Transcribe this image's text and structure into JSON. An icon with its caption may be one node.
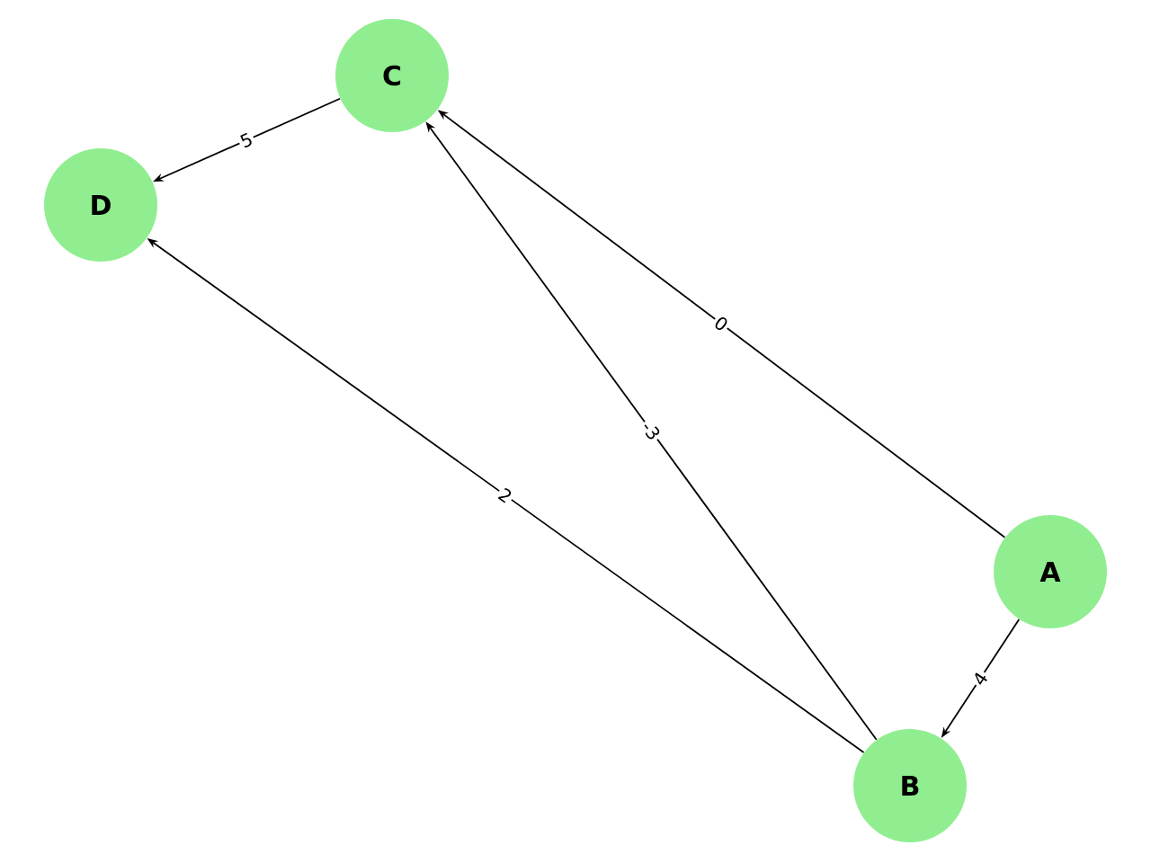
{
  "diagram": {
    "nodes": [
      {
        "text": [
          "A"
        ]
      },
      {
        "text": [
          "B"
        ]
      },
      {
        "text": [
          "C"
        ]
      },
      {
        "text": [
          "D"
        ]
      }
    ],
    "edges": [
      {
        "from": 0,
        "to": 2,
        "arrow": "to",
        "label": "0"
      },
      {
        "from": 0,
        "to": 1,
        "arrow": "to",
        "label": "4"
      },
      {
        "from": 1,
        "to": 2,
        "arrow": "to",
        "label": "-3"
      },
      {
        "from": 1,
        "to": 3,
        "arrow": "to",
        "label": "2"
      },
      {
        "from": 2,
        "to": 3,
        "arrow": "to",
        "label": "5"
      }
    ]
  }
}
